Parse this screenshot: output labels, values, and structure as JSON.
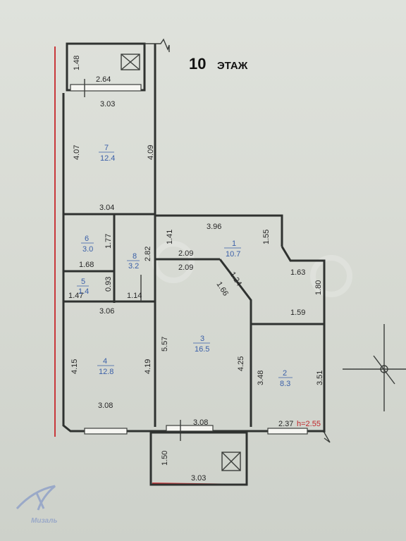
{
  "floor": {
    "number": "10",
    "label": "ЭТАЖ"
  },
  "ceiling_height": "h=2.55",
  "watermark": "Мизаль",
  "rooms": [
    {
      "id": "room-7",
      "number": "7",
      "area": "12.4"
    },
    {
      "id": "room-6",
      "number": "6",
      "area": "3.0"
    },
    {
      "id": "room-5",
      "number": "5",
      "area": "1.4"
    },
    {
      "id": "room-8",
      "number": "8",
      "area": "3.2"
    },
    {
      "id": "room-1",
      "number": "1",
      "area": "10.7"
    },
    {
      "id": "room-3",
      "number": "3",
      "area": "16.5"
    },
    {
      "id": "room-4",
      "number": "4",
      "area": "12.8"
    },
    {
      "id": "room-2",
      "number": "2",
      "area": "8.3"
    }
  ],
  "dimensions": {
    "balcony_top_depth": "1.48",
    "balcony_top_width": "2.64",
    "room7_top": "3.03",
    "room7_left": "4.07",
    "room7_right": "4.09",
    "room7_bottom": "3.04",
    "room6_height": "1.77",
    "room6_width": "1.68",
    "room8_height": "2.82",
    "room8_width": "1.14",
    "room5_width": "1.47",
    "room5_height": "0.93",
    "hall_top": "3.96",
    "hall_left": "1.41",
    "hall_mid_upper": "2.09",
    "hall_mid_lower": "2.09",
    "hall_diag_1": "1.24",
    "hall_diag_2": "1.66",
    "hall_right": "1.55",
    "niche_width": "1.63",
    "niche_height": "1.80",
    "room2_top": "1.59",
    "room4_top": "3.06",
    "room4_left": "4.15",
    "room4_right": "4.19",
    "room4_bottom": "3.08",
    "room3_left": "5.57",
    "room3_right": "4.25",
    "room3_bottom": "3.08",
    "room2_left": "3.48",
    "room2_right": "3.51",
    "room2_bottom": "2.37",
    "balcony_bottom_depth": "1.50",
    "balcony_bottom_width": "3.03"
  }
}
